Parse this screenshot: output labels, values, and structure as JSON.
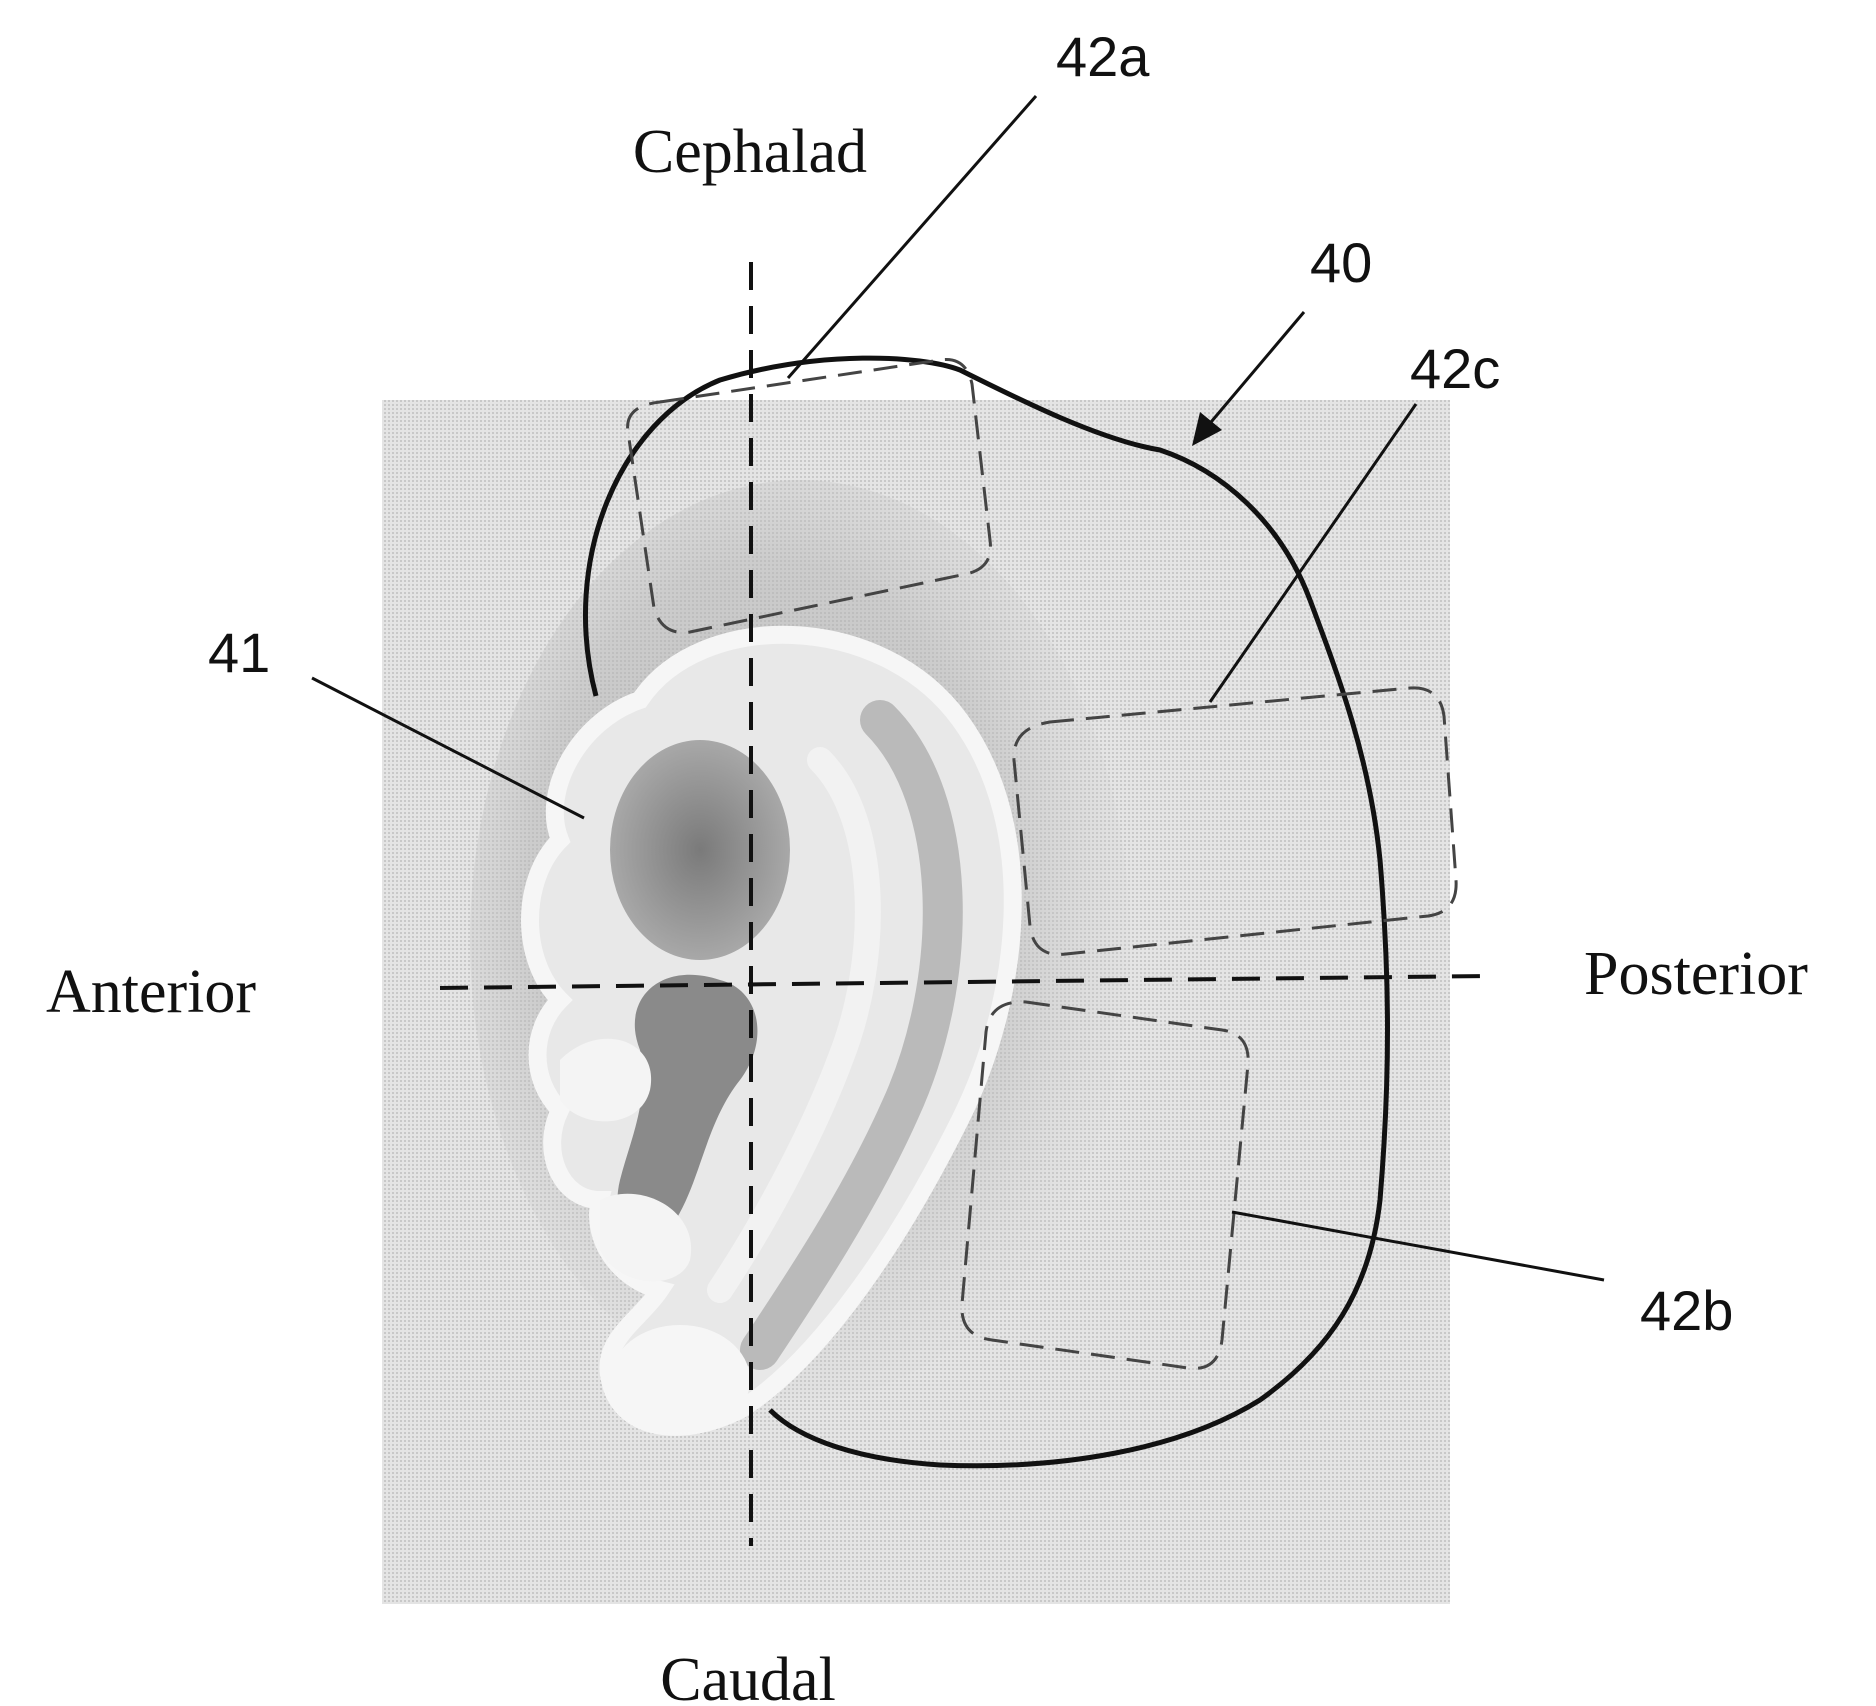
{
  "figure": {
    "directions": {
      "cephalad": "Cephalad",
      "caudal": "Caudal",
      "anterior": "Anterior",
      "posterior": "Posterior"
    },
    "reference_numerals": {
      "outline": "40",
      "ear": "41",
      "region_a": "42a",
      "region_b": "42b",
      "region_c": "42c"
    }
  }
}
